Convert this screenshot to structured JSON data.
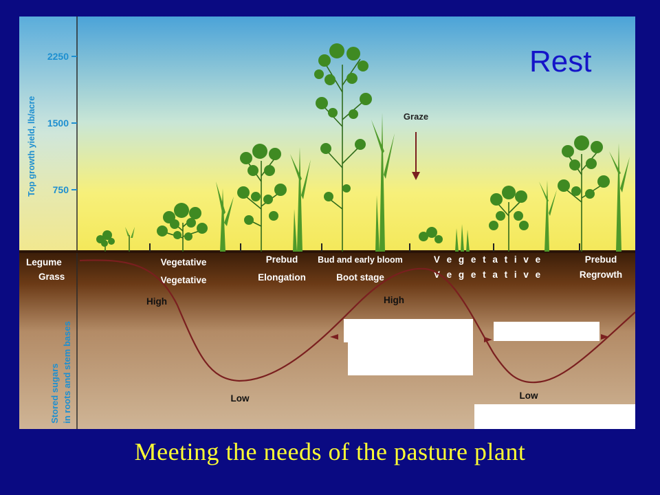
{
  "overlay_title": "Rest",
  "caption": "Meeting the needs of the pasture plant",
  "top_axis": {
    "label": "Top growth yield, lb/acre",
    "ticks": [
      "2250",
      "1500",
      "750"
    ]
  },
  "bottom_axis": {
    "label_line1": "Stored sugars",
    "label_line2": "in roots and stem bases"
  },
  "rows": {
    "legume": "Legume",
    "grass": "Grass"
  },
  "stages": [
    {
      "legume": "Vegetative",
      "grass": "Vegetative"
    },
    {
      "legume": "Prebud",
      "grass": "Elongation"
    },
    {
      "legume": "Bud and early bloom",
      "grass": "Boot stage"
    },
    {
      "legume": "V e g e t a t i v e",
      "grass": "V e g e t a t i v e"
    },
    {
      "legume": "Prebud",
      "grass": "Regrowth"
    }
  ],
  "graze_label": "Graze",
  "curve_labels": {
    "high1": "High",
    "high2": "High",
    "low1": "Low",
    "low2": "Low"
  },
  "colors": {
    "sky_top": "#4fa6d6",
    "sky_horizon": "#f7f07a",
    "soil_top": "#3c1f0a",
    "soil_bottom": "#c9a782",
    "curve": "#7a1f1f",
    "axis_text": "#1e8fd0",
    "stage_text": "#ffffff",
    "title": "#1414c8",
    "caption": "#ffff33"
  }
}
